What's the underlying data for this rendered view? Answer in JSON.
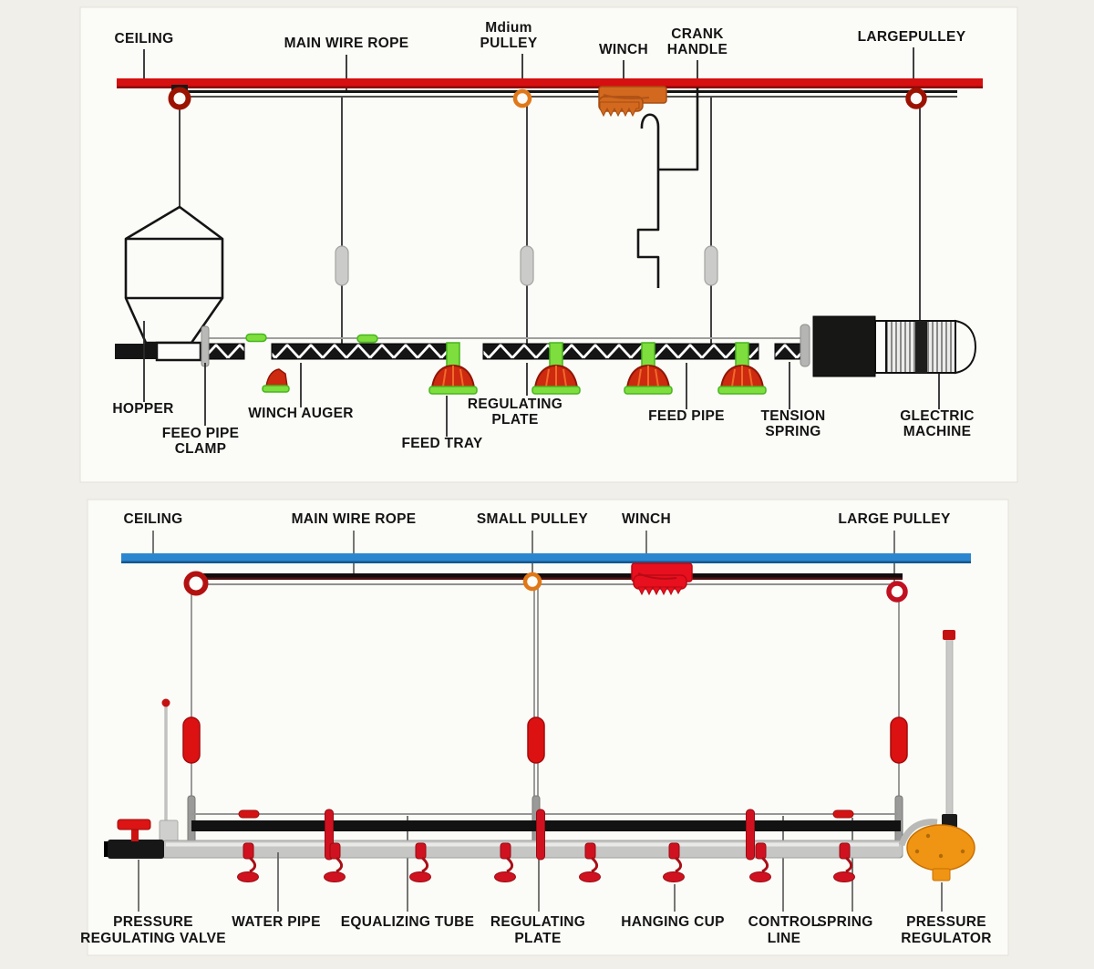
{
  "colors": {
    "red_ceiling": "#d60f10",
    "blue_ceiling": "#2b86cf",
    "winch_orange": "#d2691e",
    "winch_red": "#e8101e",
    "pulley_dark_red": "#9c1200",
    "pulley_orange": "#e07818",
    "spring_gray": "#cbcbc9",
    "spring_red": "#dc1212",
    "tray_red": "#ce2a10",
    "tray_green": "#7ede3e",
    "pipe_black": "#151515",
    "water_pipe_gray": "#c6c6c4",
    "regulator_orange": "#f09413"
  },
  "top": {
    "labels": {
      "ceiling": "CEILING",
      "main_wire_rope": "MAIN WIRE ROPE",
      "medium_pulley_1": "Mdium",
      "medium_pulley_2": "PULLEY",
      "winch": "WINCH",
      "crank_handle_1": "CRANK",
      "crank_handle_2": "HANDLE",
      "large_pulley": "LARGEPULLEY",
      "hopper": "HOPPER",
      "feed_pipe_clamp_1": "FEEO PIPE",
      "feed_pipe_clamp_2": "CLAMP",
      "winch_auger": "WINCH AUGER",
      "feed_tray": "FEED TRAY",
      "regulating_plate_1": "REGULATING",
      "regulating_plate_2": "PLATE",
      "feed_pipe": "FEED PIPE",
      "tension_spring_1": "TENSION",
      "tension_spring_2": "SPRING",
      "electric_machine_1": "GLECTRIC",
      "electric_machine_2": "MACHINE"
    }
  },
  "bottom": {
    "labels": {
      "ceiling": "CEILING",
      "main_wire_rope": "MAIN WIRE ROPE",
      "small_pulley": "SMALL PULLEY",
      "winch": "WINCH",
      "large_pulley": "LARGE PULLEY",
      "pressure_regulating_valve_1": "PRESSURE",
      "pressure_regulating_valve_2": "REGULATING VALVE",
      "water_pipe": "WATER PIPE",
      "equalizing_tube": "EQUALIZING TUBE",
      "regulating_plate_1": "REGULATING",
      "regulating_plate_2": "PLATE",
      "hanging_cup": "HANGING CUP",
      "control_line_1": "CONTROL",
      "control_line_2": "LINE",
      "spring": "SPRING",
      "pressure_regulator_1": "PRESSURE",
      "pressure_regulator_2": "REGULATOR"
    }
  }
}
